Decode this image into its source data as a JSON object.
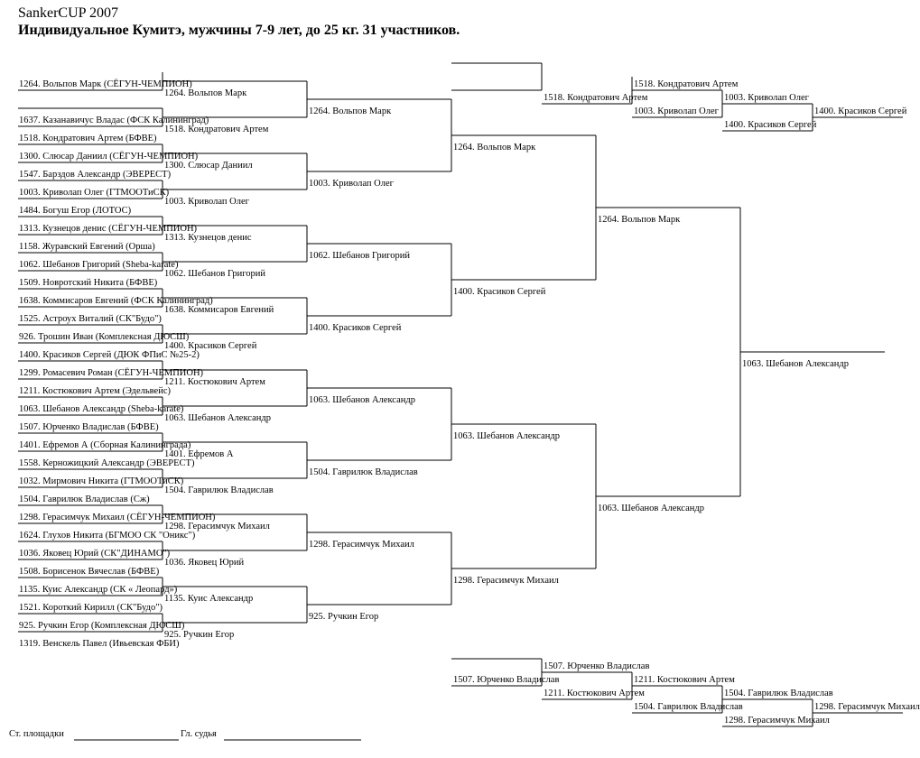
{
  "header": {
    "event": "SankerCUP 2007",
    "category": "Индивидуальное Кумитэ, мужчины 7-9 лет, до  25 кг. 31 участников."
  },
  "round1": [
    "1264. Вольпов Марк (СЁГУН-ЧЕМПИОН)",
    "1637. Казанавичус Владас (ФСК Калининград)",
    "1518. Кондратович Артем (БФВЕ)",
    "1300. Слюсар Даниил (СЁГУН-ЧЕМПИОН)",
    "1547. Барздов Александр (ЭВЕРЕСТ)",
    "1003. Криволап Олег (ГТМООТиСК)",
    "1484. Богуш Егор (ЛОТОС)",
    "1313. Кузнецов денис (СЁГУН-ЧЕМПИОН)",
    "1158. Журавский Евгений (Орша)",
    "1062. Шебанов Григорий (Sheba-karate)",
    "1509. Новротский Никита (БФВЕ)",
    "1638. Коммисаров Евгений (ФСК Калининград)",
    "1525. Астроух Виталий (СК\"Будо\")",
    "926. Трошин Иван (Комплексная ДЮСШ)",
    "1400. Красиков Сергей (ДЮК ФПиС №25-2)",
    "1299. Ромасевич Роман (СЁГУН-ЧЕМПИОН)",
    "1211. Костюкович Артем (Эдельвейс)",
    "1063. Шебанов Александр (Sheba-karate)",
    "1507. Юрченко Владислав (БФВЕ)",
    "1401. Ефремов А (Сборная Калининграда)",
    "1558. Керножицкий Александр (ЭВЕРЕСТ)",
    "1032. Мирмович Никита (ГТМООТиСК)",
    "1504. Гаврилюк Владислав (Сж)",
    "1298. Герасимчук Михаил (СЁГУН-ЧЕМПИОН)",
    "1624. Глухов Никита (БГМОО СК \"Оникс\")",
    "1036. Яковец Юрий (СК\"ДИНАМО\")",
    "1508. Борисенок Вячеслав (БФВЕ)",
    "1135. Куис Александр (СК « Леопард»)",
    "1521. Короткий Кирилл (СК\"Будо\")",
    "925. Ручкин Егор (Комплексная ДЮСШ)",
    "1319. Венскель Павел (Ивьевская ФБИ)"
  ],
  "round2": [
    "1264. Вольпов Марк",
    "1518. Кондратович Артем",
    "1300. Слюсар Даниил",
    "1003. Криволап Олег",
    "1313. Кузнецов денис",
    "1062. Шебанов Григорий",
    "1638. Коммисаров Евгений",
    "1400. Красиков Сергей",
    "1211. Костюкович Артем",
    "1063. Шебанов Александр",
    "1401. Ефремов А",
    "1504. Гаврилюк Владислав",
    "1298. Герасимчук Михаил",
    "1036. Яковец Юрий",
    "1135. Куис Александр",
    "925. Ручкин Егор"
  ],
  "round3": [
    "1264. Вольпов Марк",
    "1003. Криволап Олег",
    "1062. Шебанов Григорий",
    "1400. Красиков Сергей",
    "1063. Шебанов Александр",
    "1504. Гаврилюк Владислав",
    "1298. Герасимчук Михаил",
    "925. Ручкин Егор"
  ],
  "round4": [
    "1264. Вольпов Марк",
    "1400. Красиков Сергей",
    "1063. Шебанов Александр",
    "1298. Герасимчук Михаил"
  ],
  "round5": [
    "1264. Вольпов Марк",
    "1063. Шебанов Александр"
  ],
  "final_winner": "1063. Шебанов Александр",
  "repechage_top": {
    "r1": [
      "1518. Кондратович Артем"
    ],
    "r2": [
      "1518. Кондратович Артем",
      "1003. Криволап Олег"
    ],
    "r3": [
      "1003. Криволап Олег",
      "1400. Красиков Сергей"
    ],
    "r4": [
      "1400. Красиков Сергей"
    ]
  },
  "repechage_bottom": {
    "r1": [
      "1507. Юрченко Владислав"
    ],
    "r2": [
      "1507. Юрченко Владислав",
      "1211. Костюкович Артем"
    ],
    "r3": [
      "1211. Костюкович Артем",
      "1504. Гаврилюк Владислав"
    ],
    "r4": [
      "1504. Гаврилюк Владислав",
      "1298. Герасимчук Михаил"
    ],
    "r5": [
      "1298. Герасимчук Михаил"
    ]
  },
  "footer": {
    "site_label": "Ст. площадки",
    "judge_label": "Гл. судья"
  }
}
